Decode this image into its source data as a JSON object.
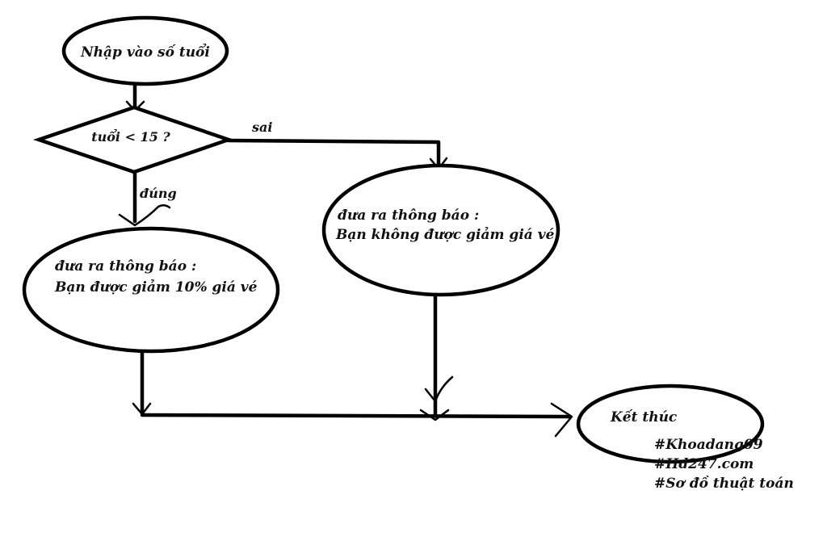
{
  "nodes": {
    "start": {
      "text": "Nhập vào số tuổi"
    },
    "decision": {
      "text": "tuổi < 15 ?"
    },
    "discount_msg": {
      "line1": "đưa ra thông báo :",
      "line2": "Bạn được giảm 10% giá vé"
    },
    "no_discount_msg": {
      "line1": "đưa ra thông báo :",
      "line2": "Bạn không được giảm giá vé"
    },
    "end": {
      "text": "Kết thúc"
    }
  },
  "edges": {
    "false_label": "sai",
    "true_label": "đúng"
  },
  "tags": [
    "#Khoadang09",
    "#Hd247.com",
    "#Sơ đồ thuật toán"
  ]
}
